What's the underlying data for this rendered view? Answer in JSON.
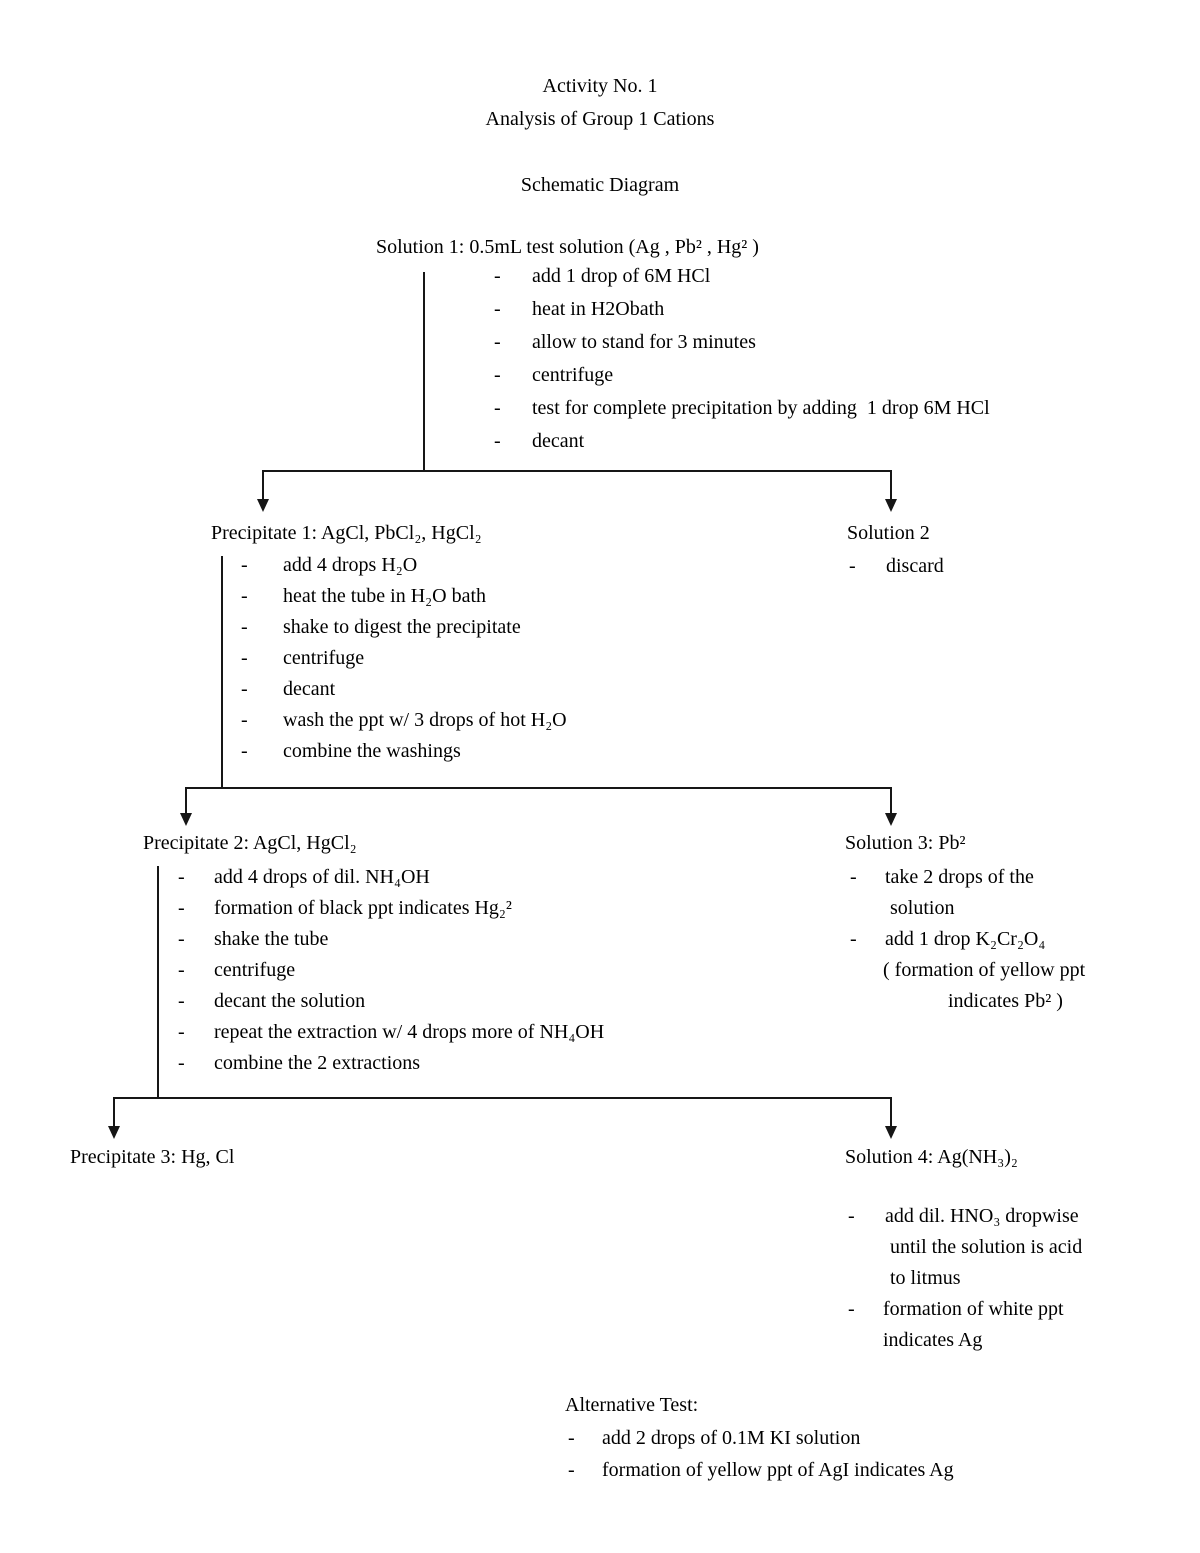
{
  "marker": "-",
  "header": {
    "line1": "Activity No. 1",
    "line2": "Analysis of Group 1 Cations",
    "subtitle": "Schematic Diagram"
  },
  "solution1": {
    "title": "Solution 1: 0.5mL test solution (Ag , Pb² , Hg² )",
    "steps": [
      "add 1 drop of 6M HCl",
      "heat in H2Obath",
      "allow to stand for 3 minutes",
      "centrifuge",
      "test for complete precipitation by adding  1 drop 6M HCl",
      "decant"
    ]
  },
  "precipitate1": {
    "title": "Precipitate 1: AgCl, PbCl₂, HgCl₂",
    "steps": [
      "add 4 drops H₂O",
      "heat the tube in H₂O bath",
      "shake to digest the precipitate",
      "centrifuge",
      "decant",
      "wash the ppt w/ 3 drops of hot H₂O",
      "combine the washings"
    ]
  },
  "solution2": {
    "title": "Solution 2",
    "steps": [
      "discard"
    ]
  },
  "precipitate2": {
    "title": "Precipitate 2: AgCl, HgCl₂",
    "steps": [
      "add 4 drops of dil. NH₄OH",
      "formation of black ppt indicates Hg₂²",
      "shake the tube",
      "centrifuge",
      "decant the solution",
      "repeat the extraction w/ 4 drops more of NH₄OH",
      "combine the 2 extractions"
    ]
  },
  "solution3": {
    "title": "Solution 3: Pb²",
    "lines": [
      "take 2 drops of the",
      "solution",
      "add 1 drop K₂Cr₂O₄",
      "( formation of yellow ppt",
      "indicates Pb² )"
    ]
  },
  "precipitate3": {
    "title": "Precipitate 3: Hg, Cl"
  },
  "solution4": {
    "title": "Solution 4: Ag(NH₃)₂",
    "lines": [
      "add dil. HNO₃ dropwise",
      "until the solution is acid",
      "to litmus",
      "formation of white ppt",
      "indicates Ag"
    ]
  },
  "alternative": {
    "title": "Alternative Test:",
    "steps": [
      "add 2 drops of 0.1M KI solution",
      "formation of yellow ppt of AgI indicates Ag"
    ]
  }
}
